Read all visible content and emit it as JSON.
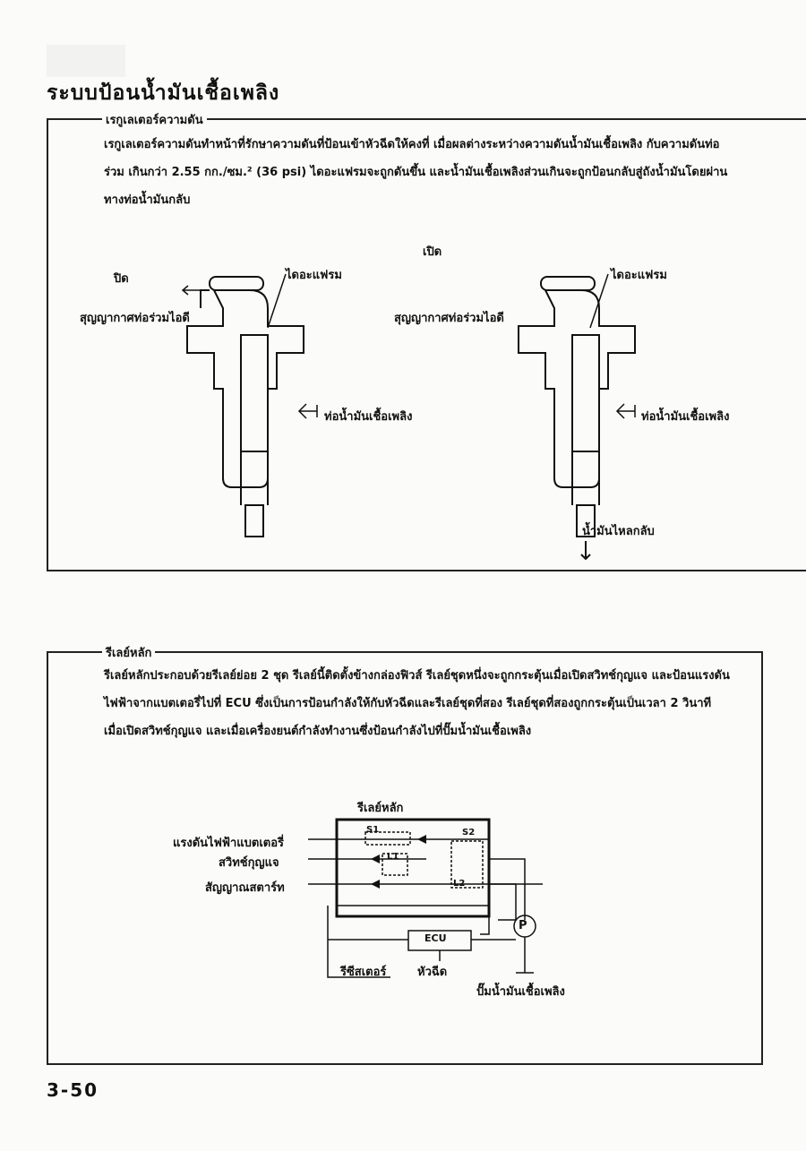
{
  "page_title": "ระบบป้อนน้ำมันเชื้อเพลิง",
  "section1": {
    "heading": "เรกูเลเตอร์ความดัน",
    "paragraph": "เรกูเลเตอร์ความดันทำหน้าที่รักษาความดันที่ป้อนเข้าหัวฉีดให้คงที่ เมื่อผลต่างระหว่างความดันน้ำมันเชื้อเพลิง กับความดันท่อร่วม เกินกว่า 2.55 กก./ซม.² (36 psi) ไดอะแฟรมจะถูกดันขึ้น และน้ำมันเชื้อเพลิงส่วนเกินจะถูกป้อนกลับสู่ถังน้ำมันโดยผ่านทางท่อน้ำมันกลับ",
    "diagram": {
      "closed_label": "ปิด",
      "open_label": "เปิด",
      "diaphragm_label": "ไดอะแฟรม",
      "vacuum_label": "สุญญากาศท่อร่วมไอดี",
      "fuel_pipe_label": "ท่อน้ำมันเชื้อเพลิง",
      "return_label": "น้ำมันไหลกลับ"
    }
  },
  "section2": {
    "heading": "รีเลย์หลัก",
    "paragraph": "รีเลย์หลักประกอบด้วยรีเลย์ย่อย 2 ชุด รีเลย์นี้ติดตั้งข้างกล่องฟิวส์ รีเลย์ชุดหนึ่งจะถูกกระตุ้นเมื่อเปิดสวิทช์กุญแจ และป้อนแรงดันไฟฟ้าจากแบตเตอรี่ไปที่ ECU ซึ่งเป็นการป้อนกำลังให้กับหัวฉีดและรีเลย์ชุดที่สอง รีเลย์ชุดที่สองถูกกระตุ้นเป็นเวลา 2 วินาที เมื่อเปิดสวิทช์กุญแจ และเมื่อเครื่องยนต์กำลังทำงานซึ่งป้อนกำลังไปที่ปั๊มน้ำมันเชื้อเพลิง",
    "diagram": {
      "main_relay_label": "รีเลย์หลัก",
      "battery_label": "แรงดันไฟฟ้าแบตเตอรี่",
      "ignition_label": "สวิทช์กุญแจ",
      "starter_label": "สัญญาณสตาร์ท",
      "ecu_label": "ECU",
      "resistor_label": "รีซีสเตอร์",
      "injector_label": "หัวฉีด",
      "pump_label": "ปั๊มน้ำมันเชื้อเพลิง",
      "pump_symbol": "P",
      "s1": "S1",
      "s2": "S2",
      "l1": "L1",
      "l2": "L2"
    }
  },
  "page_number": "3-50"
}
